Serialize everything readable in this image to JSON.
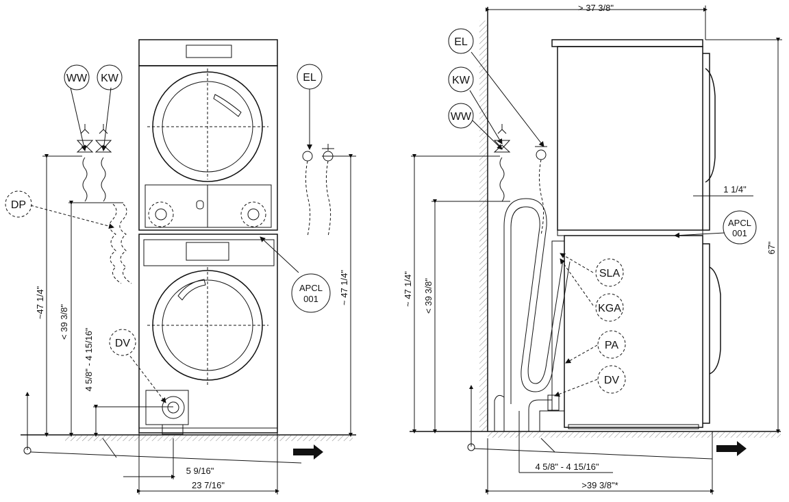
{
  "labels": {
    "ww": "WW",
    "kw": "KW",
    "el": "EL",
    "dp": "DP",
    "dv": "DV",
    "apcl_line1": "APCL",
    "apcl_line2": "001",
    "sla": "SLA",
    "kga": "KGA",
    "pa": "PA"
  },
  "dimensions": {
    "front_height_left": "~47 1/4\"",
    "front_drain_height": "< 39 3/8\"",
    "front_dv_height": "4 5/8\" - 4 15/16\"",
    "front_height_right": "~ 47 1/4\"",
    "front_dv_offset": "5 9/16\"",
    "front_width": "23 7/16\"",
    "side_top_depth": "> 37 3/8\"",
    "side_height_left": "~ 47 1/4\"",
    "side_drain_height": "< 39 3/8\"",
    "side_gap": "1 1/4\"",
    "side_total_height": "67\"",
    "side_dv_height": "4 5/8\" - 4 15/16\"",
    "side_bottom_depth": ">39 3/8\"*"
  }
}
